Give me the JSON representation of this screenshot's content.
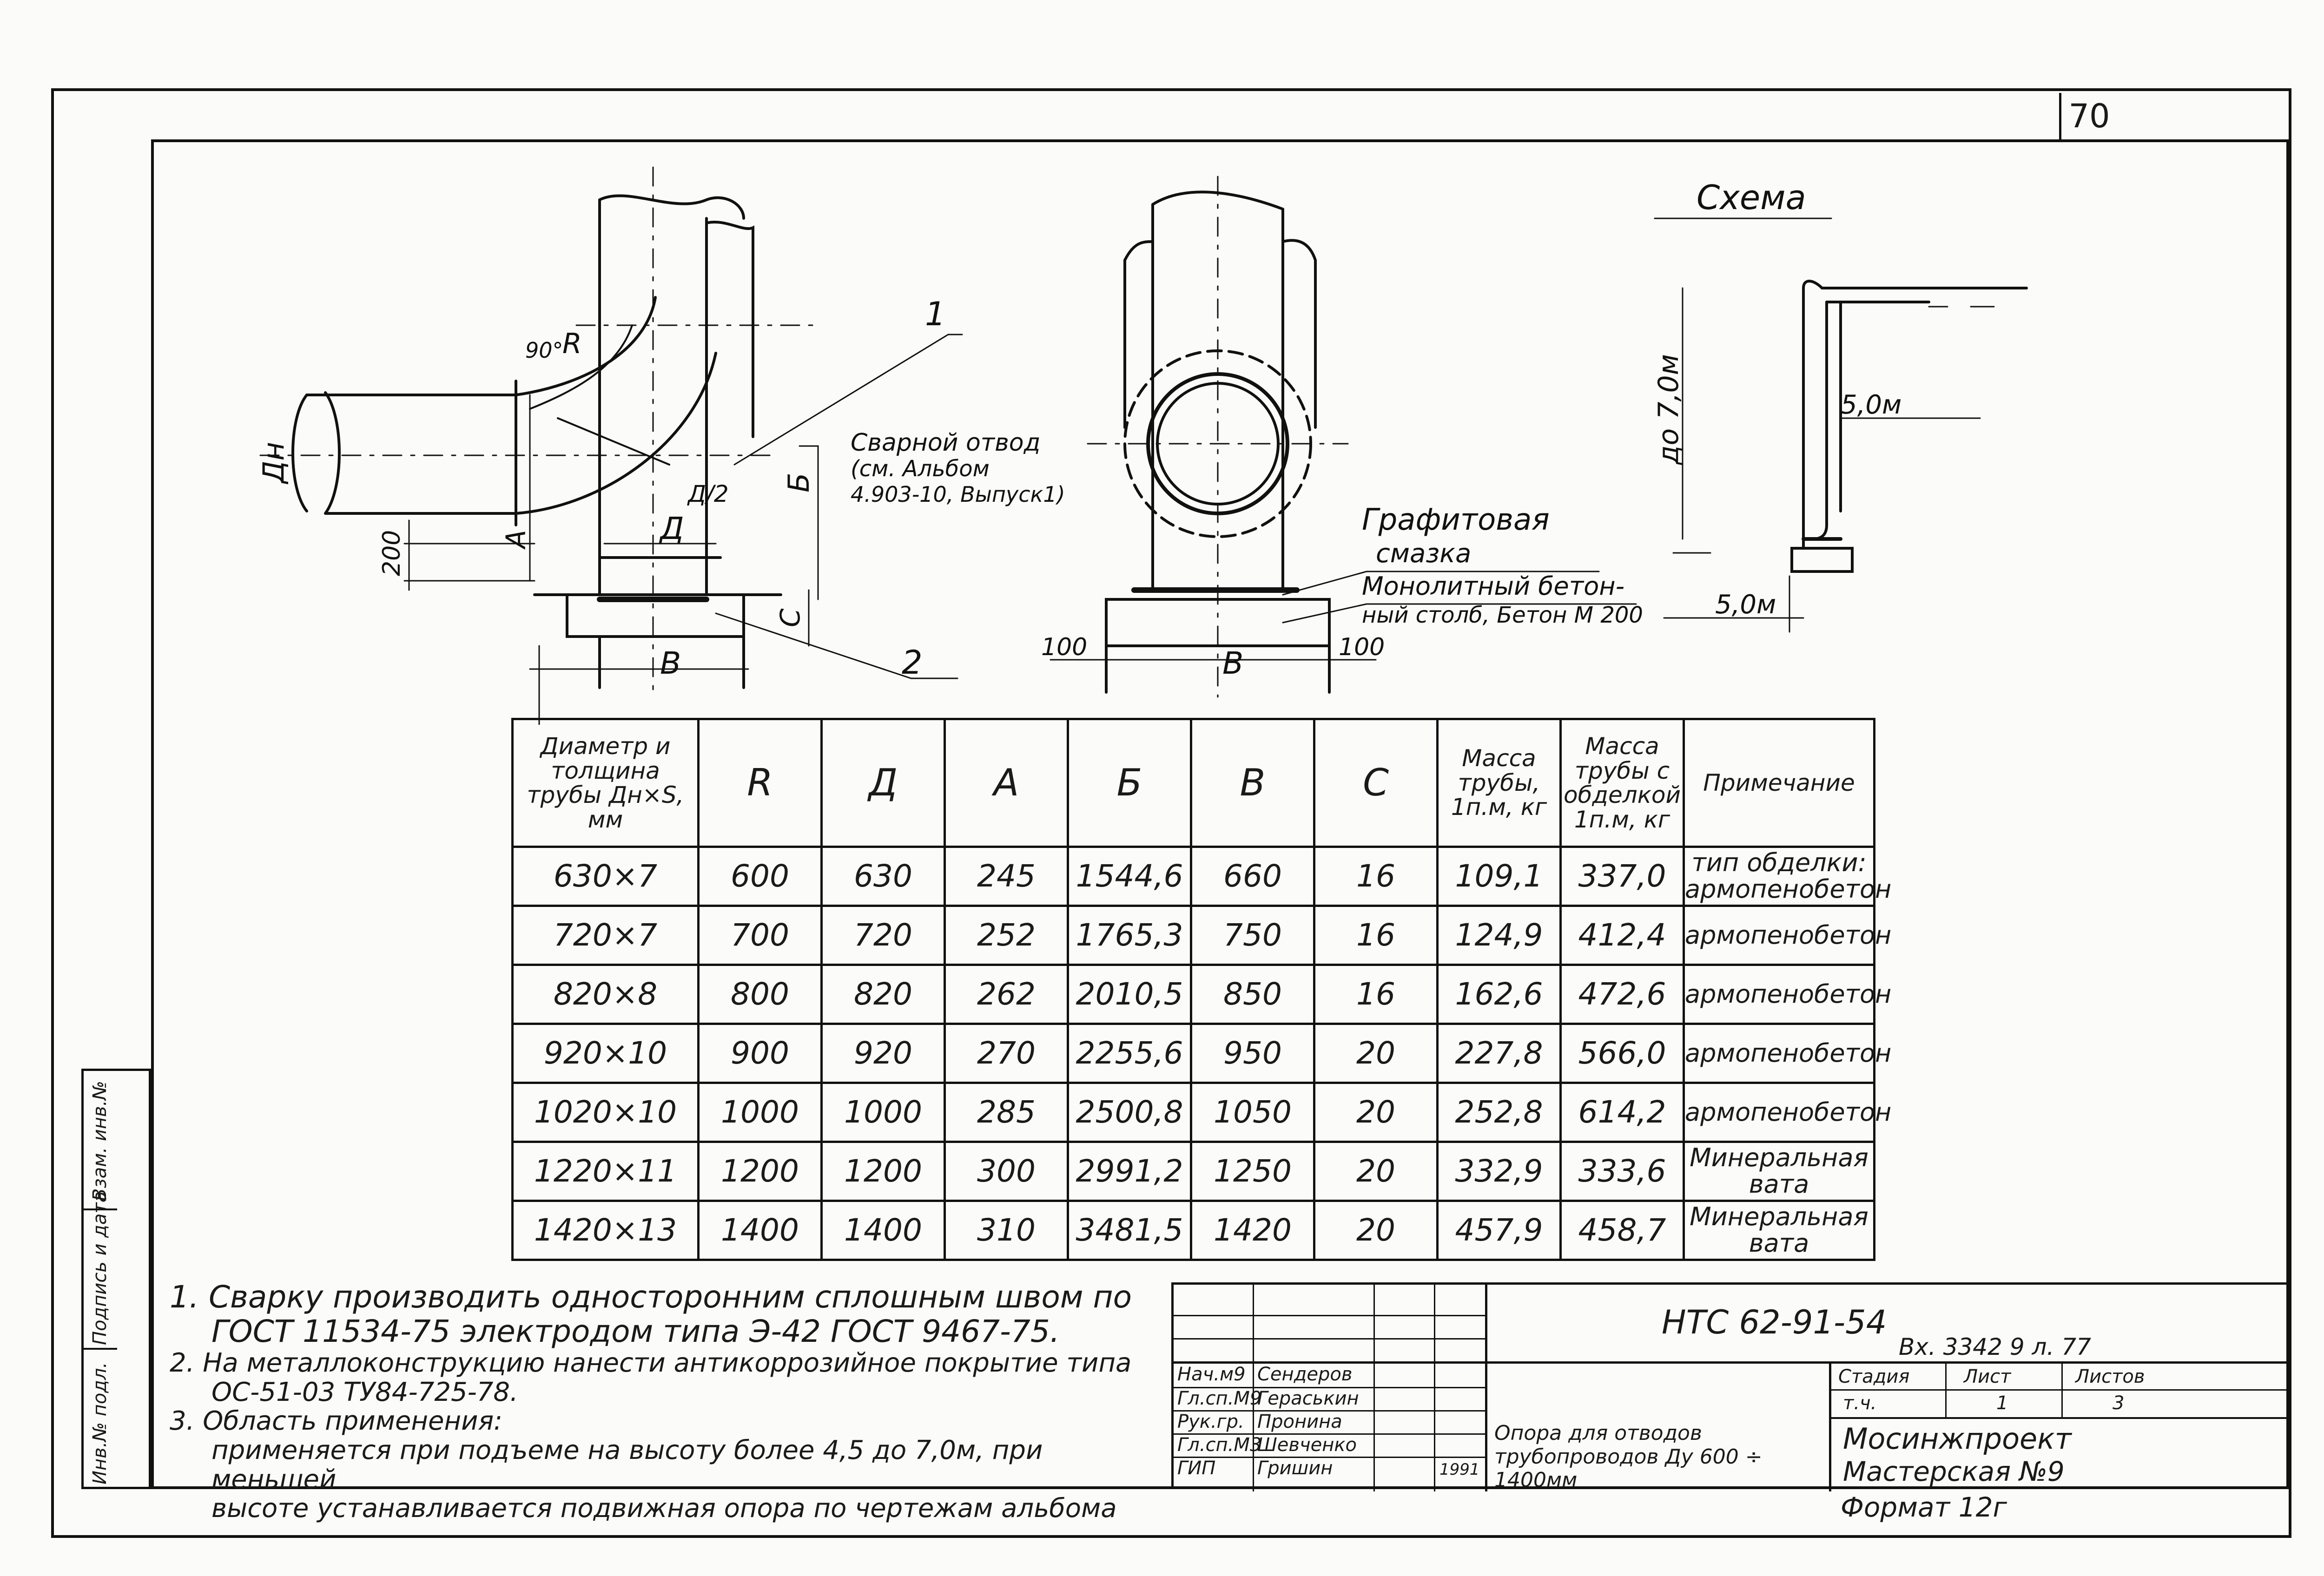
{
  "page_number": "70",
  "drawing": {
    "labels": {
      "dn": "Дн",
      "r": "R",
      "angle": "90°",
      "d": "Д",
      "d_half": "Д/2",
      "a": "А",
      "b_dim": "Б",
      "c": "С",
      "v": "В",
      "dim_200": "200",
      "dim_100_left": "100",
      "dim_100_right": "100",
      "callout_1": "1",
      "callout_2": "2",
      "welded_elbow": [
        "Сварной отвод",
        "(см. Альбом",
        "4.903-10, Выпуск1)"
      ],
      "graphite": [
        "Графитовая",
        "смазка"
      ],
      "concrete": [
        "Монолитный бетон-",
        "ный столб, Бетон М 200"
      ]
    },
    "scheme": {
      "title": "Схема",
      "height": "до 7,0м",
      "span_top": "5,0м",
      "span_bottom": "5,0м"
    }
  },
  "table": {
    "headers": [
      "Диаметр и толщина трубы Дн×S, мм",
      "R",
      "Д",
      "А",
      "Б",
      "В",
      "С",
      "Масса трубы, 1п.м, кг",
      "Масса трубы с обделкой 1п.м, кг",
      "Примечание"
    ],
    "rows": [
      [
        "630×7",
        "600",
        "630",
        "245",
        "1544,6",
        "660",
        "16",
        "109,1",
        "337,0",
        "тип обделки: армопенобетон"
      ],
      [
        "720×7",
        "700",
        "720",
        "252",
        "1765,3",
        "750",
        "16",
        "124,9",
        "412,4",
        "армопенобетон"
      ],
      [
        "820×8",
        "800",
        "820",
        "262",
        "2010,5",
        "850",
        "16",
        "162,6",
        "472,6",
        "армопенобетон"
      ],
      [
        "920×10",
        "900",
        "920",
        "270",
        "2255,6",
        "950",
        "20",
        "227,8",
        "566,0",
        "армопенобетон"
      ],
      [
        "1020×10",
        "1000",
        "1000",
        "285",
        "2500,8",
        "1050",
        "20",
        "252,8",
        "614,2",
        "армопенобетон"
      ],
      [
        "1220×11",
        "1200",
        "1200",
        "300",
        "2991,2",
        "1250",
        "20",
        "332,9",
        "333,6",
        "Минеральная вата"
      ],
      [
        "1420×13",
        "1400",
        "1400",
        "310",
        "3481,5",
        "1420",
        "20",
        "457,9",
        "458,7",
        "Минеральная вата"
      ]
    ]
  },
  "notes": [
    "1. Сварку производить односторонним сплошным швом по",
    "ГОСТ 11534-75 электродом типа Э-42 ГОСТ 9467-75.",
    "2. На металлоконструкцию нанести антикоррозийное покрытие типа",
    "ОС-51-03 ТУ84-725-78.",
    "3. Область применения:",
    "применяется при подъеме на высоту более 4,5 до 7,0м, при меньшей",
    "высоте устанавливается подвижная опора по чертежам альбома"
  ],
  "left_strip": [
    "Инв.№ подл.",
    "Подпись и дата",
    "Взам. инв.№"
  ],
  "title_block": {
    "code": "НТС 62-91-54",
    "code2": "Вх. 3342 9 л. 77",
    "roles": [
      "Нач.м9",
      "Гл.сп.М9",
      "Рук.гр.",
      "Гл.сп.М3",
      "ГИП"
    ],
    "names": [
      "Сендеров",
      "Гераськин",
      "Пронина",
      "Шевченко",
      "Гришин"
    ],
    "year": "1991",
    "description": "Опора для отводов трубопроводов Ду 600 ÷ 1400мм",
    "stage_label": "Стадия",
    "sheet_label": "Лист",
    "sheets_label": "Листов",
    "stage": "т.ч.",
    "sheet": "1",
    "sheets": "3",
    "org": "Мосинжпроект",
    "org2": "Мастерская №9",
    "format": "Формат 12г"
  }
}
